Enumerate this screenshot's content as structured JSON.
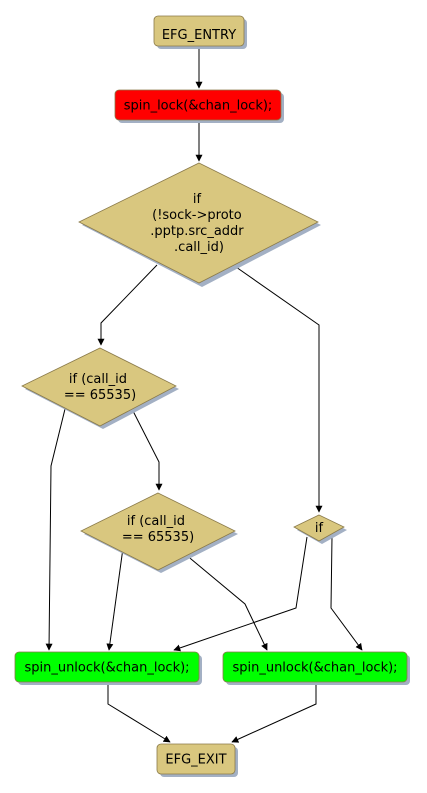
{
  "colors": {
    "default_fill": "#d9c77f",
    "lock_fill": "#ff0000",
    "unlock_fill": "#00ff00",
    "shadow": "#a3b0c4",
    "edge": "#000000"
  },
  "nodes": {
    "entry": {
      "label": "EFG_ENTRY"
    },
    "spin_lock": {
      "label": "spin_lock(&chan_lock);"
    },
    "if_sock": {
      "lines": [
        "if",
        "(!sock->proto",
        ".pptp.src_addr",
        ".call_id)"
      ]
    },
    "if_call_id_1": {
      "lines": [
        "if (call_id",
        "== 65535)"
      ]
    },
    "if_call_id_2": {
      "lines": [
        "if (call_id",
        "== 65535)"
      ]
    },
    "if_small": {
      "label": "if"
    },
    "spin_unlock_left": {
      "label": "spin_unlock(&chan_lock);"
    },
    "spin_unlock_right": {
      "label": "spin_unlock(&chan_lock);"
    },
    "exit": {
      "label": "EFG_EXIT"
    }
  }
}
